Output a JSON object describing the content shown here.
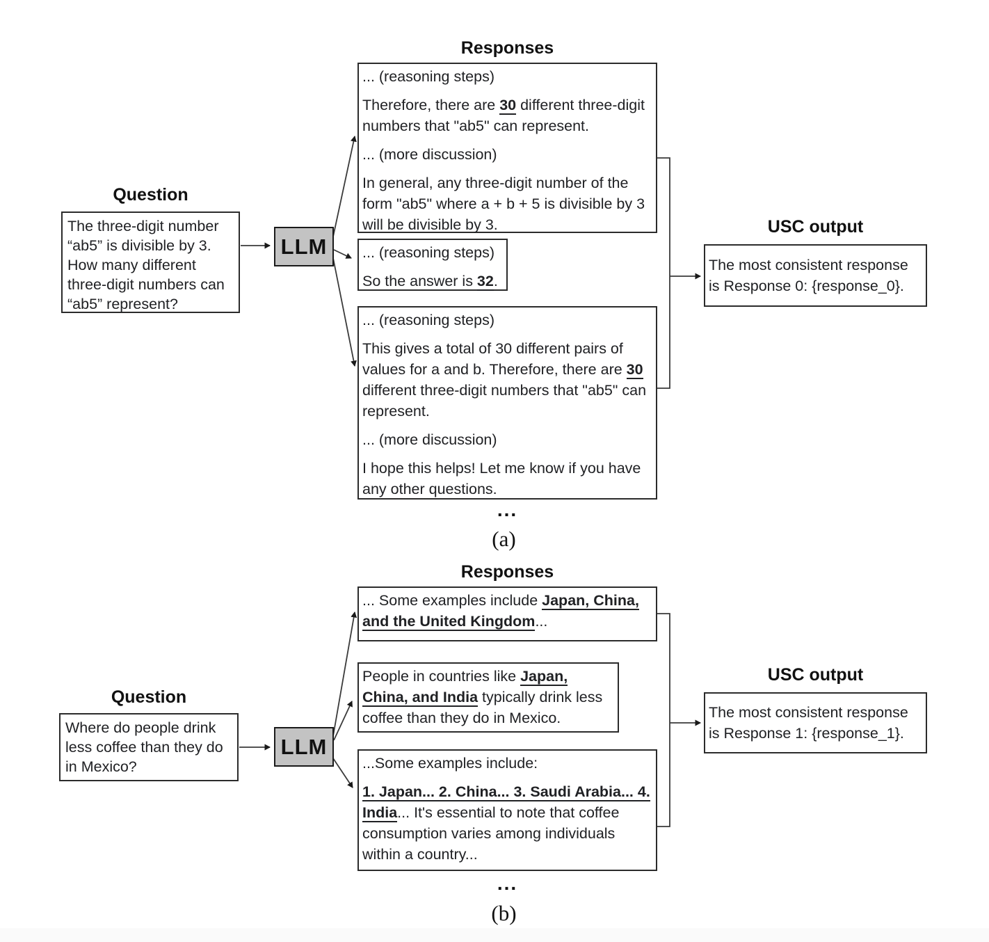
{
  "panel_a": {
    "responses_title": "Responses",
    "question_title": "Question",
    "question_text": "The three-digit number “ab5” is divisible by 3. How many different three-digit numbers can “ab5” represent?",
    "llm_label": "LLM",
    "responses": [
      {
        "paragraphs": [
          [
            {
              "t": "... (reasoning steps)"
            }
          ],
          [
            {
              "t": "Therefore, there are "
            },
            {
              "t": "30",
              "b": 1
            },
            {
              "t": " different three-digit numbers that \"ab5\" can represent."
            }
          ],
          [
            {
              "t": "... (more discussion)"
            }
          ],
          [
            {
              "t": "In general, any three-digit number of the form \"ab5\" where a + b + 5 is divisible by 3 will be divisible by 3."
            }
          ]
        ]
      },
      {
        "paragraphs": [
          [
            {
              "t": "... (reasoning steps)"
            }
          ],
          [
            {
              "t": "So the answer is "
            },
            {
              "t": "32",
              "b": 1
            },
            {
              "t": "."
            }
          ]
        ]
      },
      {
        "paragraphs": [
          [
            {
              "t": "... (reasoning steps)"
            }
          ],
          [
            {
              "t": "This gives a total of 30 different pairs of values for a and b. Therefore, there are "
            },
            {
              "t": "30",
              "b": 1
            },
            {
              "t": " different three-digit numbers that \"ab5\" can represent."
            }
          ],
          [
            {
              "t": "... (more discussion)"
            }
          ],
          [
            {
              "t": "I hope this helps! Let me know if you have any other questions."
            }
          ]
        ]
      }
    ],
    "ellipsis": "...",
    "usc_title": "USC output",
    "usc_text": "The most consistent response is Response 0: {response_0}.",
    "caption": "(a)"
  },
  "panel_b": {
    "responses_title": "Responses",
    "question_title": "Question",
    "question_text": "Where do people drink less coffee than they do in Mexico?",
    "llm_label": "LLM",
    "responses": [
      {
        "paragraphs": [
          [
            {
              "t": "... Some examples include "
            },
            {
              "t": "Japan, China, and the United Kingdom",
              "b": 1
            },
            {
              "t": "..."
            }
          ]
        ]
      },
      {
        "paragraphs": [
          [
            {
              "t": "People in countries like "
            },
            {
              "t": "Japan, China, and India",
              "b": 1
            },
            {
              "t": " typically drink less coffee than they do in Mexico."
            }
          ]
        ]
      },
      {
        "paragraphs": [
          [
            {
              "t": "...Some examples include:"
            }
          ],
          [
            {
              "t": "1. Japan... 2. China... 3. Saudi Arabia... 4. India",
              "b": 1
            },
            {
              "t": "... It's essential to note that coffee consumption varies among individuals within a country..."
            }
          ]
        ]
      }
    ],
    "ellipsis": "...",
    "usc_title": "USC output",
    "usc_text": "The most consistent response is Response 1: {response_1}.",
    "caption": "(b)"
  }
}
